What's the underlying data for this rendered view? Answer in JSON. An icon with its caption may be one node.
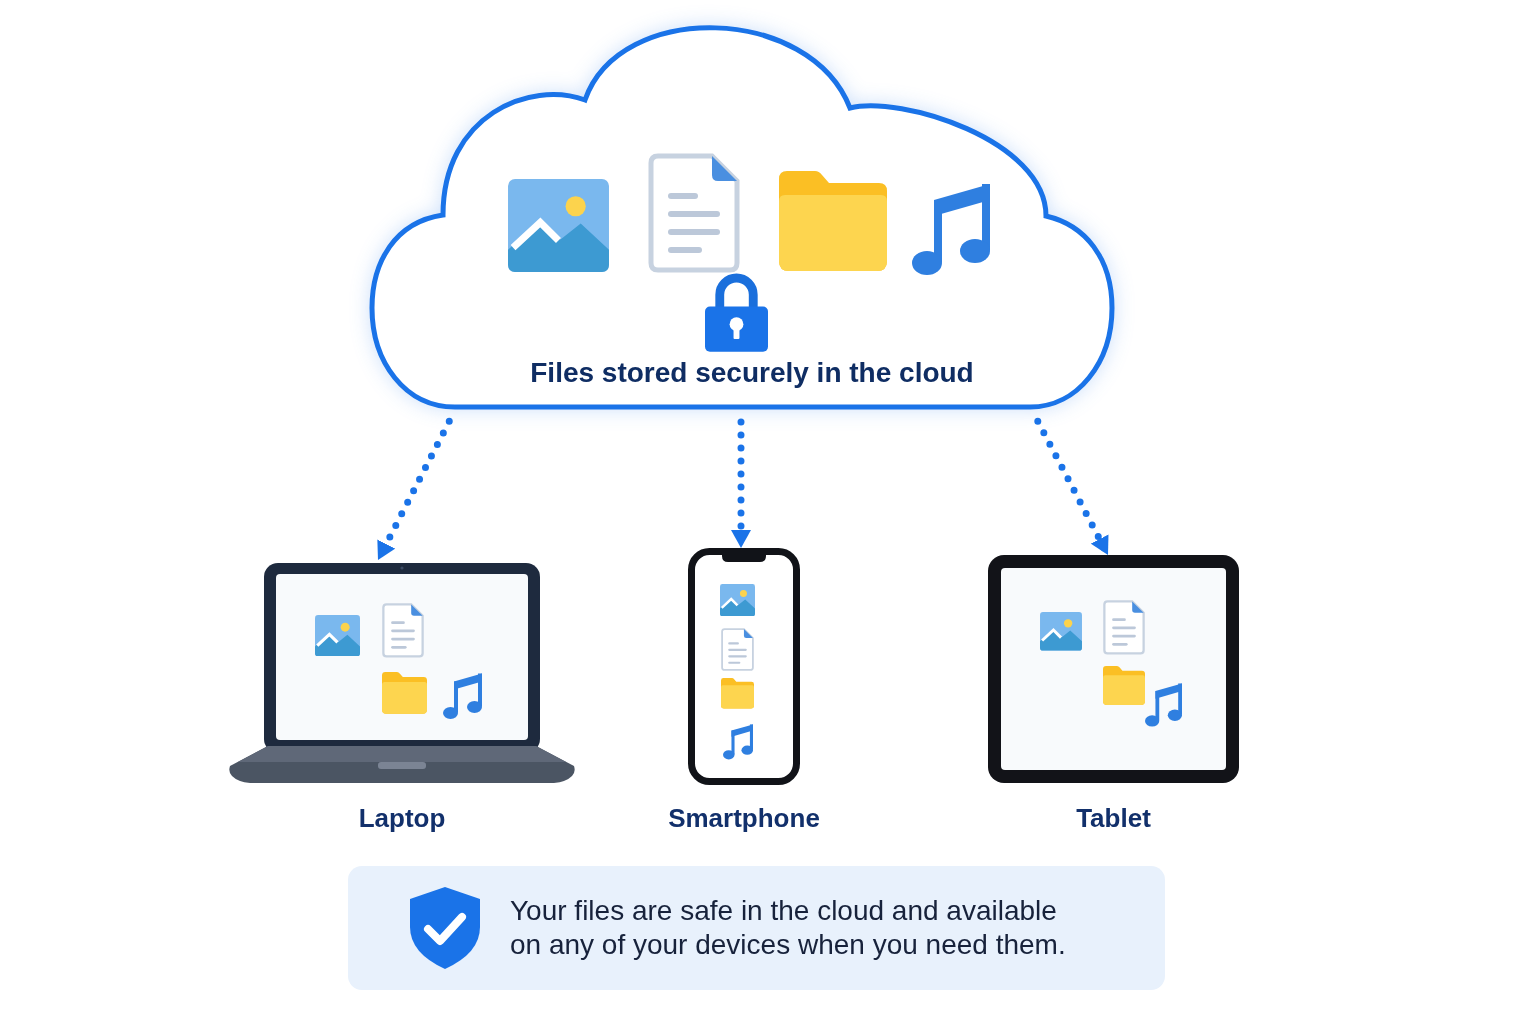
{
  "diagram": {
    "nodes": [
      {
        "text": [
          "Files stored securely in the cloud"
        ]
      },
      {
        "text": [
          "Laptop"
        ]
      },
      {
        "text": [
          "Smartphone"
        ]
      },
      {
        "text": [
          "Tablet"
        ]
      },
      {
        "text": [
          "Your files are safe in the cloud and available on any of your devices when you need them."
        ]
      }
    ],
    "edges": [
      {
        "from": 0,
        "to": 1,
        "arrow": "to",
        "style": "dashed"
      },
      {
        "from": 0,
        "to": 2,
        "arrow": "to",
        "style": "dashed"
      },
      {
        "from": 0,
        "to": 3,
        "arrow": "to",
        "style": "dashed"
      }
    ]
  }
}
